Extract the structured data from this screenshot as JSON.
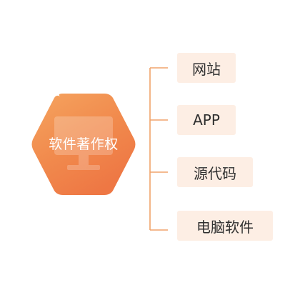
{
  "center": {
    "title": "软件著作权",
    "icon": "monitor-icon",
    "gradient_colors": [
      "#f5a45f",
      "#ee7c45",
      "#ef7a48"
    ]
  },
  "connector_color": "#f0a36b",
  "item_background": "#fdeee4",
  "items": [
    {
      "label": "网站"
    },
    {
      "label": "APP"
    },
    {
      "label": "源代码"
    },
    {
      "label": "电脑软件"
    }
  ]
}
